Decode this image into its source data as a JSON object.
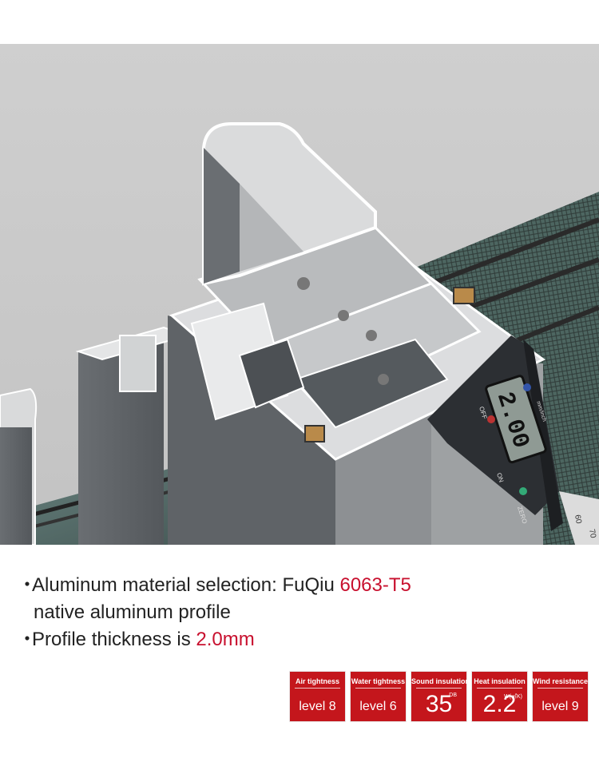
{
  "hero": {
    "caliper_display": "2.00",
    "caliper_off_label": "OFF",
    "caliper_on_label": "ON",
    "caliper_zero_label": "ZERO",
    "caliper_unit_label": "mm/inch",
    "ruler_marks": [
      "60",
      "70"
    ]
  },
  "bullets": [
    {
      "prefix": "Aluminum material selection: FuQiu ",
      "highlight": "6063-T5",
      "continuation": "native aluminum profile"
    },
    {
      "prefix": "Profile thickness is ",
      "highlight": "2.0mm"
    }
  ],
  "bullet_symbol": "・",
  "badges": [
    {
      "title": "Air tightness",
      "value": "level 8"
    },
    {
      "title": "Water tightness",
      "value": "level 6"
    },
    {
      "title": "Sound insulation",
      "value": "35",
      "unit": "DB"
    },
    {
      "title": "Heat insulation",
      "value": "2.2",
      "unit": "W(㎡K)"
    },
    {
      "title": "Wind resistance",
      "value": "level 9"
    }
  ],
  "colors": {
    "accent_red": "#c8102e",
    "badge_red": "#c4161c",
    "background_gray": "#c9c9c9",
    "profile_dark": "#5d6165",
    "profile_light": "#e2e3e4"
  }
}
